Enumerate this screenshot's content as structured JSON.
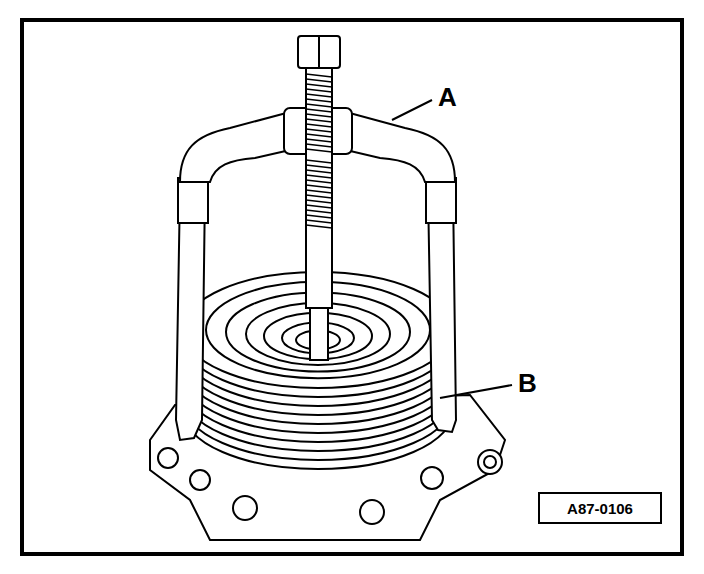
{
  "diagram": {
    "nodes": [
      {
        "text": [
          "A87-0106"
        ]
      }
    ],
    "labels": [
      "A",
      "B"
    ]
  }
}
